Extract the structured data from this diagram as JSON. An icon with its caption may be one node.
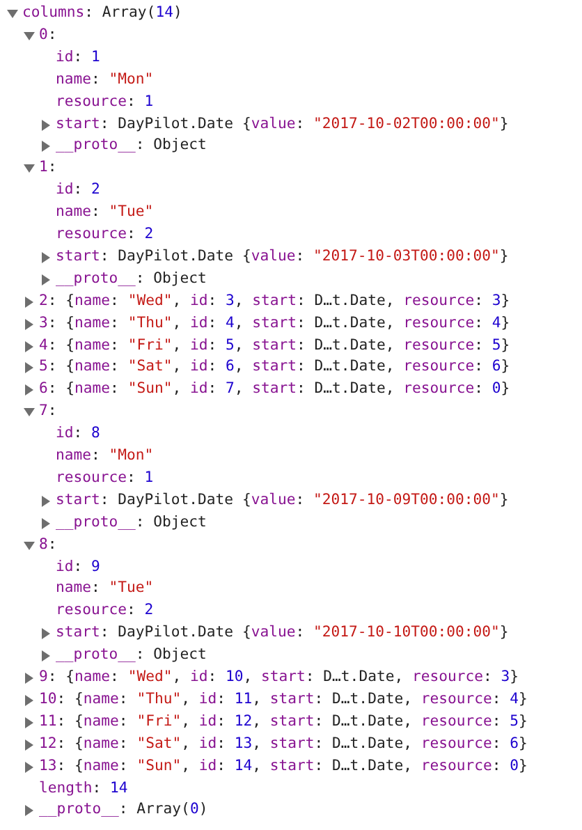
{
  "diagram": {
    "labels": [
      "columns: Array(14)",
      "0:",
      "id: 1",
      "name: \"Mon\"",
      "resource: 1",
      "start: DayPilot.Date {value: \"2017-10-02T00:00:00\"}",
      "__proto__: Object",
      "1:",
      "id: 2",
      "name: \"Tue\"",
      "resource: 2",
      "start: DayPilot.Date {value: \"2017-10-03T00:00:00\"}",
      "__proto__: Object",
      "2: {name: \"Wed\", id: 3, start: D…t.Date, resource: 3}",
      "3: {name: \"Thu\", id: 4, start: D…t.Date, resource: 4}",
      "4: {name: \"Fri\", id: 5, start: D…t.Date, resource: 5}",
      "5: {name: \"Sat\", id: 6, start: D…t.Date, resource: 6}",
      "6: {name: \"Sun\", id: 7, start: D…t.Date, resource: 0}",
      "7:",
      "id: 8",
      "name: \"Mon\"",
      "resource: 1",
      "start: DayPilot.Date {value: \"2017-10-09T00:00:00\"}",
      "__proto__: Object",
      "8:",
      "id: 9",
      "name: \"Tue\"",
      "resource: 2",
      "start: DayPilot.Date {value: \"2017-10-10T00:00:00\"}",
      "__proto__: Object",
      "9: {name: \"Wed\", id: 10, start: D…t.Date, resource: 3}",
      "10: {name: \"Thu\", id: 11, start: D…t.Date, resource: 4}",
      "11: {name: \"Fri\", id: 12, start: D…t.Date, resource: 5}",
      "12: {name: \"Sat\", id: 13, start: D…t.Date, resource: 6}",
      "13: {name: \"Sun\", id: 14, start: D…t.Date, resource: 0}",
      "length: 14",
      "__proto__: Array(0)"
    ]
  }
}
